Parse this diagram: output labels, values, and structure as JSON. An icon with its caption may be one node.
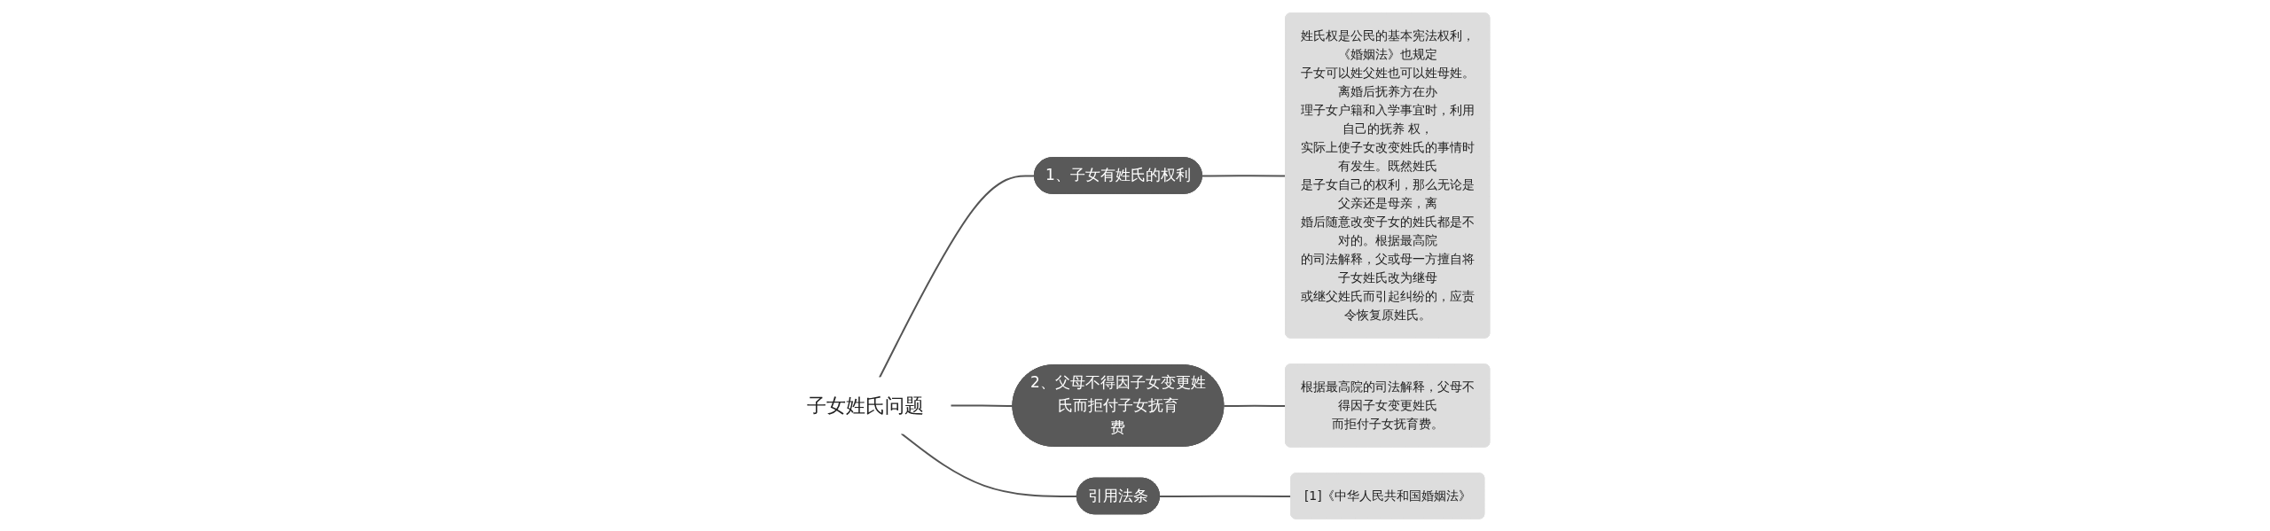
{
  "diagram": {
    "nodes": [
      {
        "text": [
          "子女姓氏问题"
        ]
      },
      {
        "text": [
          "1、子女有姓氏的权利"
        ]
      },
      {
        "text": [
          "姓氏权是公民的基本宪法权利，《婚姻法》也规定子女可以姓父姓也可以姓母姓。离婚后抚养方在办理子女户籍和入学事宜时，利用自己的抚养 权，实际上使子女改变姓氏的事情时有发生。既然姓氏是子女自己的权利，那么无论是父亲还是母亲，离婚后随意改变子女的姓氏都是不对的。根据最高院的司法解释，父或母一方擅自将子女姓氏改为继母或继父姓氏而引起纠纷的，应责令恢复原姓氏。"
        ]
      },
      {
        "text": [
          "2、父母不得因子女变更姓氏而拒付子女抚育费"
        ]
      },
      {
        "text": [
          "根据最高院的司法解释，父母不得因子女变更姓氏而拒付子女抚育费。"
        ]
      },
      {
        "text": [
          "引用法条"
        ]
      },
      {
        "text": [
          "[1]《中华人民共和国婚姻法》"
        ]
      }
    ],
    "edges": [
      {
        "from": 0,
        "to": 1,
        "arrow": "none"
      },
      {
        "from": 1,
        "to": 2,
        "arrow": "none"
      },
      {
        "from": 0,
        "to": 3,
        "arrow": "none"
      },
      {
        "from": 3,
        "to": 4,
        "arrow": "none"
      },
      {
        "from": 0,
        "to": 5,
        "arrow": "none"
      },
      {
        "from": 5,
        "to": 6,
        "arrow": "none"
      }
    ]
  }
}
